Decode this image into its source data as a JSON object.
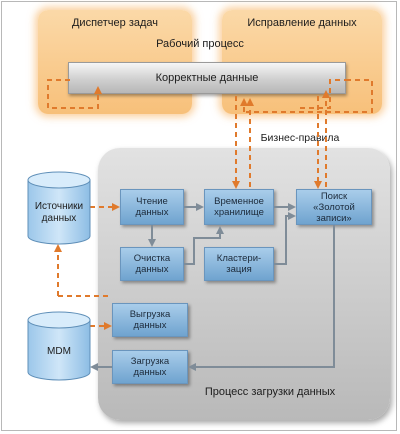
{
  "diagram": {
    "top": {
      "task_manager": "Диспетчер задач",
      "data_correction": "Исправление данных",
      "workflow": "Рабочий процесс",
      "correct_data": "Корректные данные"
    },
    "business_rules": "Бизнес-правила",
    "sources": "Источники\nданных",
    "mdm": "MDM",
    "process_label": "Процесс загрузки данных",
    "boxes": {
      "read": "Чтение\nданных",
      "temp": "Временное\nхранилище",
      "golden": "Поиск\n«Золотой\nзаписи»",
      "clean": "Очистка\nданных",
      "cluster": "Кластери-\nзация",
      "unload": "Выгрузка\nданных",
      "load": "Загрузка\nданных"
    },
    "colors": {
      "orange_box": "#f7c07a",
      "dashed_arrow": "#e07a2c",
      "blue_box": "#6fa3cf",
      "cylinder": "#a9d0ef"
    }
  }
}
